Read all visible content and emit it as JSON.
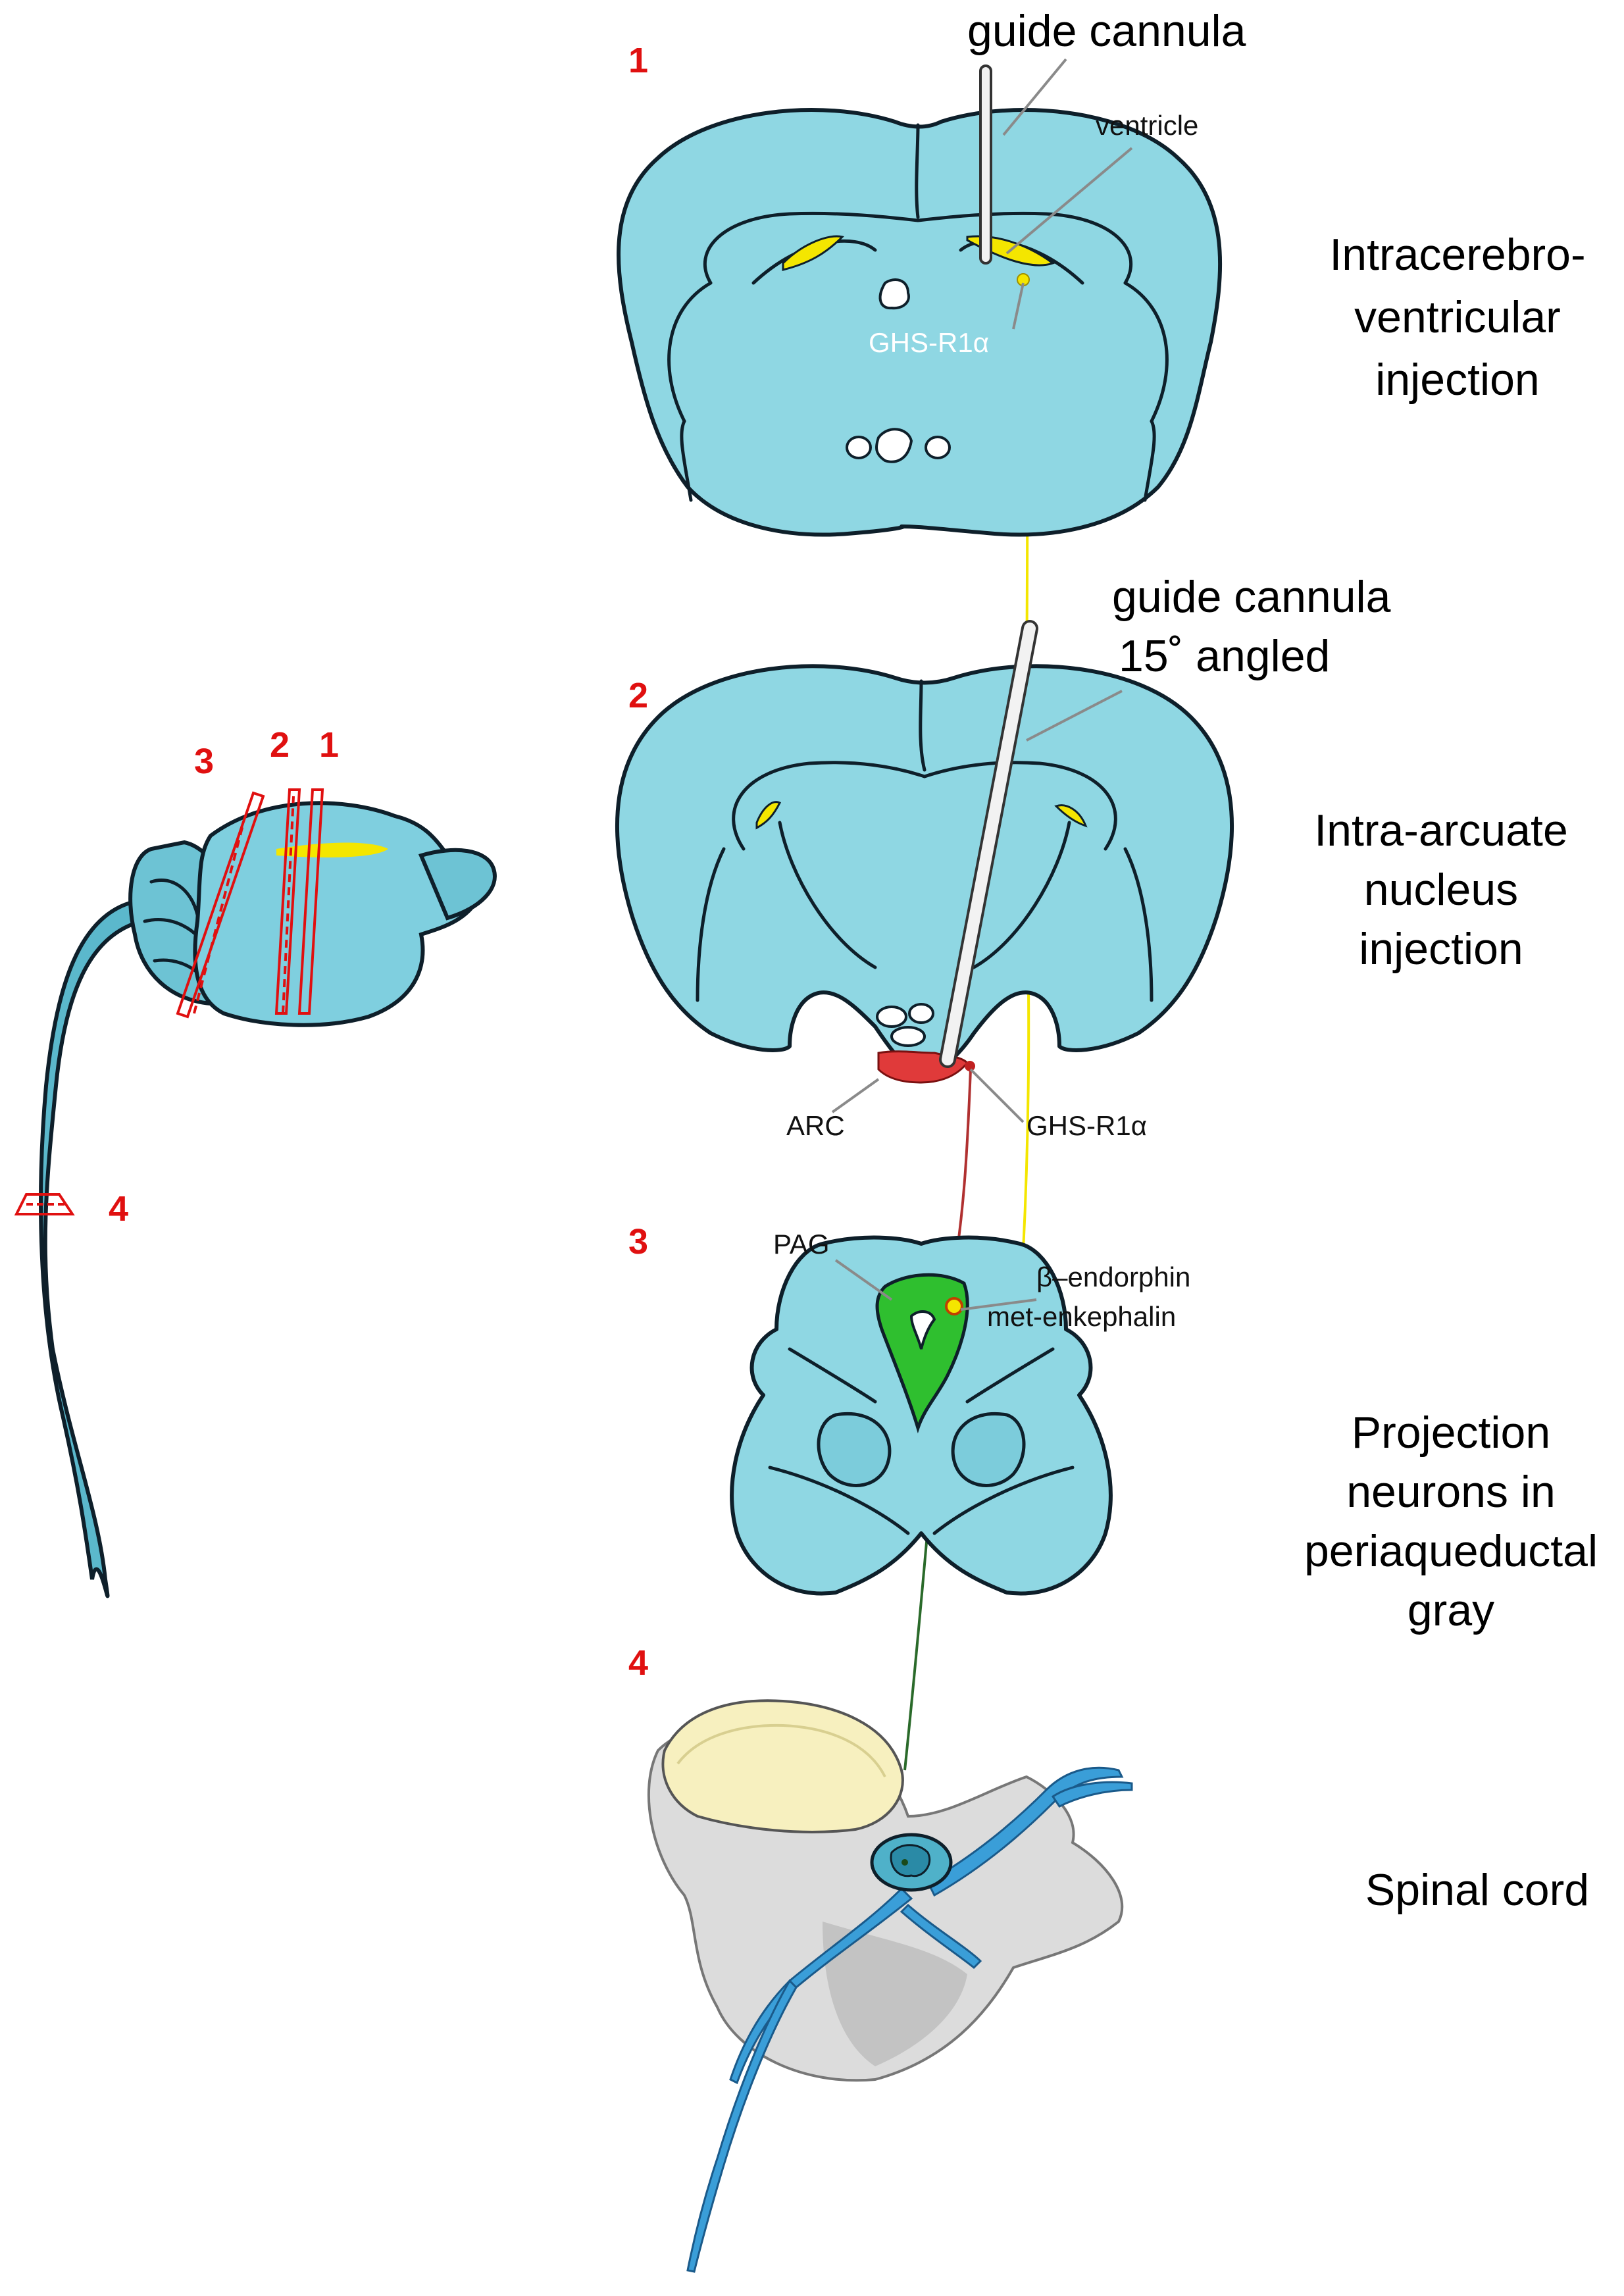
{
  "panels": {
    "panel1": {
      "number": "1",
      "cannula_label": "guide cannula",
      "ventricle_label": "ventricle",
      "receptor_label": "GHS-R1α",
      "caption_lines": [
        "Intracerebro-",
        "ventricular",
        "injection"
      ]
    },
    "panel2": {
      "number": "2",
      "cannula_label_lines": [
        "guide cannula",
        "15˚  angled"
      ],
      "arc_label": "ARC",
      "receptor_label": "GHS-R1α",
      "caption_lines": [
        "Intra-arcuate",
        "nucleus",
        "injection"
      ]
    },
    "panel3": {
      "number": "3",
      "pag_label": "PAG",
      "peptide_label_lines": [
        "β–endorphin",
        "met-enkephalin"
      ],
      "caption_lines": [
        "Projection",
        "neurons in",
        "periaqueductal",
        "gray"
      ]
    },
    "panel4": {
      "number": "4",
      "caption_lines": [
        "Spinal cord"
      ]
    }
  },
  "overview": {
    "section_numbers": [
      "3",
      "2",
      "1"
    ],
    "spinal_section_number": "4"
  },
  "colors": {
    "tissue": "#8fd7e3",
    "outline": "#0e1f2a",
    "section_marker": "#e01010",
    "yellow_pathway": "#f4e600",
    "red_pathway": "#c0392b",
    "green_pathway": "#2a7a2a",
    "pag_fill": "#2fbf2f",
    "arc_fill": "#e03a3a",
    "cannula": "#f2f2f2",
    "vertebra": "#d9d9d9",
    "vertebral_body": "#f7f0bf",
    "nerve": "#3a9ed8"
  }
}
